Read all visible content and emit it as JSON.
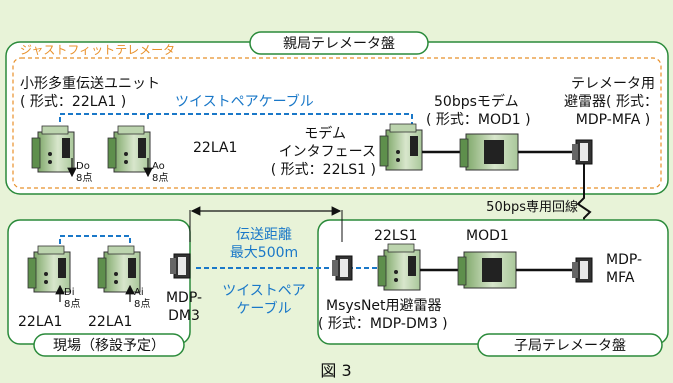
{
  "labels": {
    "main_station": "親局テレメータ盤",
    "just_fit": "ジャストフィットテレメータ",
    "multiplex_unit_1": "小形多重伝送ユニット",
    "multiplex_unit_2": "( 形式：22LA1 )",
    "twisted_pair_top": "ツイストペアケーブル",
    "do_label": "Do",
    "do_points": "8点",
    "ao_label": "Ao",
    "ao_points": "8点",
    "la1_top": "22LA1",
    "modem_if_1": "モデム",
    "modem_if_2": "インタフェース",
    "modem_if_3": "( 形式：22LS1 )",
    "modem_50_1": "50bpsモデム",
    "modem_50_2": "( 形式：MOD1 )",
    "arrester_1": "テレメータ用",
    "arrester_2": "避雷器( 形式：",
    "arrester_3": "MDP-MFA )",
    "line_50": "50bps専用回線",
    "distance_1": "伝送距離",
    "distance_2": "最大500m",
    "twisted_pair_bottom_1": "ツイストペア",
    "twisted_pair_bottom_2": "ケーブル",
    "di_label": "Di",
    "di_points": "8点",
    "ai_label": "Ai",
    "ai_points": "8点",
    "la1_bl": "22LA1",
    "la1_bm": "22LA1",
    "mdp_dm3_1": "MDP-",
    "mdp_dm3_2": "DM3",
    "site": "現場（移設予定）",
    "ls1_bottom": "22LS1",
    "mod1_bottom": "MOD1",
    "msys_1": "MsysNet用避雷器",
    "msys_2": "( 形式：MDP-DM3 )",
    "mdp_mfa_1": "MDP-",
    "mdp_mfa_2": "MFA",
    "sub_station": "子局テレメータ盤",
    "figure": "図 3"
  },
  "colors": {
    "background": "#e8f3d8",
    "panel_border": "#2a8a3a",
    "accent_blue": "#1a78c8",
    "accent_orange": "#e8902a"
  }
}
